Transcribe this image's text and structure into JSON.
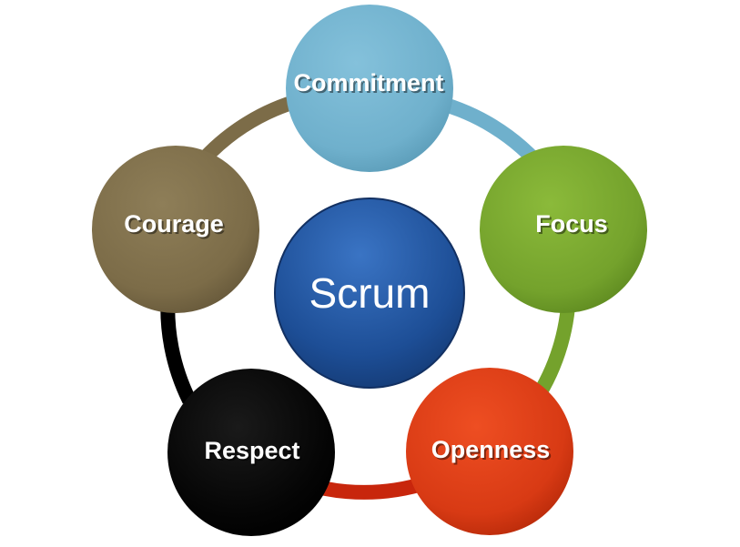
{
  "center": {
    "label": "Scrum",
    "color": "#1d4e96"
  },
  "values": [
    {
      "id": "commitment",
      "label": "Commitment",
      "color": "#6fb0cc",
      "ring_color": "#6fb0cc"
    },
    {
      "id": "focus",
      "label": "Focus",
      "color": "#74a22c",
      "ring_color": "#74a22c"
    },
    {
      "id": "openness",
      "label": "Openness",
      "color": "#d83a14",
      "ring_color": "#c8260c"
    },
    {
      "id": "respect",
      "label": "Respect",
      "color": "#050505",
      "ring_color": "#000000"
    },
    {
      "id": "courage",
      "label": "Courage",
      "color": "#7c6c48",
      "ring_color": "#7c6c48"
    }
  ]
}
